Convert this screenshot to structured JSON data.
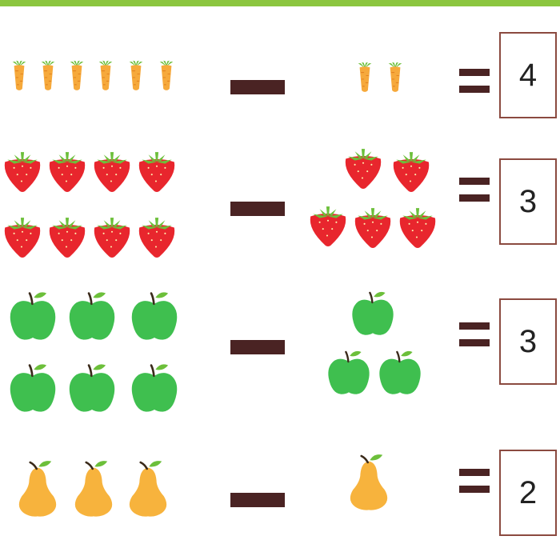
{
  "colors": {
    "accent_bar": "#8cc63f",
    "operator": "#4a2323",
    "answer_border": "#8b4a40",
    "carrot": "#f6a93b",
    "strawberry": "#e8262d",
    "apple": "#3fbf4f",
    "pear": "#f7b33d",
    "leaf": "#6cbf3a"
  },
  "rows": [
    {
      "fruit": "carrot",
      "icon": "carrot-icon",
      "minuend": 6,
      "subtrahend": 2,
      "answer": "4"
    },
    {
      "fruit": "strawberry",
      "icon": "strawberry-icon",
      "minuend": 8,
      "subtrahend": 5,
      "answer": "3"
    },
    {
      "fruit": "apple",
      "icon": "apple-icon",
      "minuend": 6,
      "subtrahend": 3,
      "answer": "3"
    },
    {
      "fruit": "pear",
      "icon": "pear-icon",
      "minuend": 3,
      "subtrahend": 1,
      "answer": "2"
    }
  ]
}
